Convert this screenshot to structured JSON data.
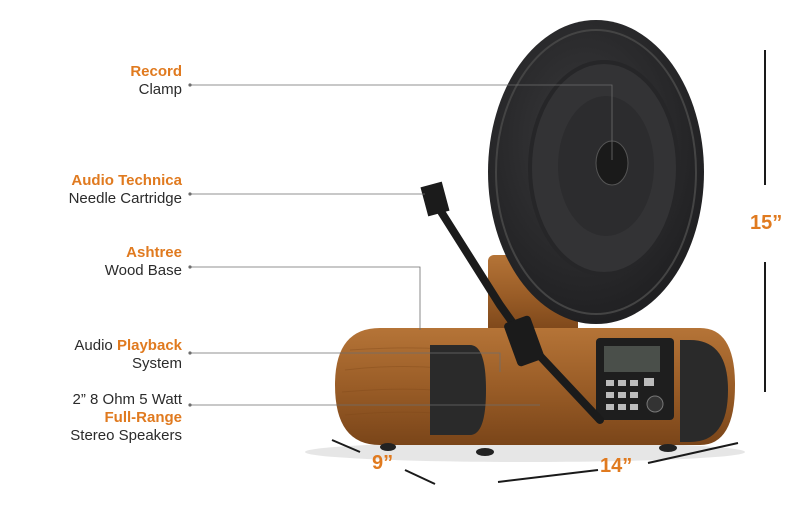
{
  "callouts": {
    "record": {
      "accent": "Record",
      "text": "Clamp"
    },
    "cartridge": {
      "accent": "Audio Technica",
      "text": "Needle Cartridge"
    },
    "base": {
      "accent": "Ashtree",
      "text": "Wood Base"
    },
    "playback": {
      "pre": "Audio",
      "accent": "Playback",
      "post": "System"
    },
    "speakers": {
      "pre": "2” 8 Ohm 5 Watt",
      "accent": "Full-Range",
      "post": "Stereo Speakers"
    }
  },
  "dimensions": {
    "height": "15”",
    "width": "14”",
    "depth": "9”"
  },
  "colors": {
    "accent": "#e07a1f",
    "wood": "#a0632a",
    "record": "#2f2f31",
    "speaker": "#2a2a2a"
  }
}
